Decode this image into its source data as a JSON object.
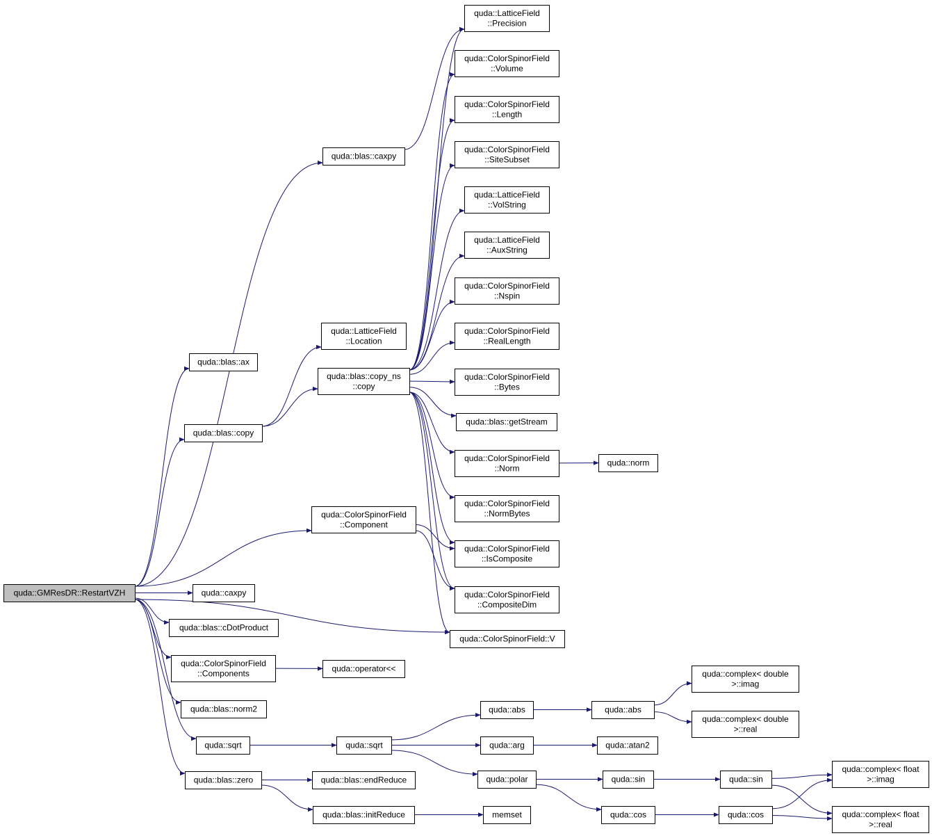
{
  "colors": {
    "edge": "#191970",
    "node_border": "#000000",
    "node_fill": "#ffffff",
    "root_fill": "#bfbfbf",
    "background": "#ffffff"
  },
  "nodes": [
    {
      "id": "root",
      "lines": [
        "quda::GMResDR::RestartVZH"
      ],
      "root": true
    },
    {
      "id": "lf_precision",
      "lines": [
        "quda::LatticeField",
        "::Precision"
      ]
    },
    {
      "id": "csf_volume",
      "lines": [
        "quda::ColorSpinorField",
        "::Volume"
      ]
    },
    {
      "id": "csf_length",
      "lines": [
        "quda::ColorSpinorField",
        "::Length"
      ]
    },
    {
      "id": "csf_sitesubset",
      "lines": [
        "quda::ColorSpinorField",
        "::SiteSubset"
      ]
    },
    {
      "id": "lf_volstring",
      "lines": [
        "quda::LatticeField",
        "::VolString"
      ]
    },
    {
      "id": "lf_auxstring",
      "lines": [
        "quda::LatticeField",
        "::AuxString"
      ]
    },
    {
      "id": "csf_nspin",
      "lines": [
        "quda::ColorSpinorField",
        "::Nspin"
      ]
    },
    {
      "id": "csf_reallength",
      "lines": [
        "quda::ColorSpinorField",
        "::RealLength"
      ]
    },
    {
      "id": "csf_bytes",
      "lines": [
        "quda::ColorSpinorField",
        "::Bytes"
      ]
    },
    {
      "id": "blas_getstream",
      "lines": [
        "quda::blas::getStream"
      ]
    },
    {
      "id": "csf_norm",
      "lines": [
        "quda::ColorSpinorField",
        "::Norm"
      ]
    },
    {
      "id": "quda_norm",
      "lines": [
        "quda::norm"
      ]
    },
    {
      "id": "csf_normbytes",
      "lines": [
        "quda::ColorSpinorField",
        "::NormBytes"
      ]
    },
    {
      "id": "csf_iscomposite",
      "lines": [
        "quda::ColorSpinorField",
        "::IsComposite"
      ]
    },
    {
      "id": "csf_compositedim",
      "lines": [
        "quda::ColorSpinorField",
        "::CompositeDim"
      ]
    },
    {
      "id": "csf_v",
      "lines": [
        "quda::ColorSpinorField::V"
      ]
    },
    {
      "id": "blas_caxpy",
      "lines": [
        "quda::blas::caxpy"
      ]
    },
    {
      "id": "lf_location",
      "lines": [
        "quda::LatticeField",
        "::Location"
      ]
    },
    {
      "id": "blas_ax",
      "lines": [
        "quda::blas::ax"
      ]
    },
    {
      "id": "copy_ns_copy",
      "lines": [
        "quda::blas::copy_ns",
        "::copy"
      ]
    },
    {
      "id": "blas_copy",
      "lines": [
        "quda::blas::copy"
      ]
    },
    {
      "id": "csf_component",
      "lines": [
        "quda::ColorSpinorField",
        "::Component"
      ]
    },
    {
      "id": "quda_caxpy",
      "lines": [
        "quda::caxpy"
      ]
    },
    {
      "id": "blas_cdot",
      "lines": [
        "quda::blas::cDotProduct"
      ]
    },
    {
      "id": "csf_components",
      "lines": [
        "quda::ColorSpinorField",
        "::Components"
      ]
    },
    {
      "id": "operator_ll",
      "lines": [
        "quda::operator<<"
      ]
    },
    {
      "id": "blas_norm2",
      "lines": [
        "quda::blas::norm2"
      ]
    },
    {
      "id": "sqrt1",
      "lines": [
        "quda::sqrt"
      ]
    },
    {
      "id": "sqrt2",
      "lines": [
        "quda::sqrt"
      ]
    },
    {
      "id": "blas_zero",
      "lines": [
        "quda::blas::zero"
      ]
    },
    {
      "id": "blas_endreduce",
      "lines": [
        "quda::blas::endReduce"
      ]
    },
    {
      "id": "blas_initreduce",
      "lines": [
        "quda::blas::initReduce"
      ]
    },
    {
      "id": "memset",
      "lines": [
        "memset"
      ]
    },
    {
      "id": "abs1",
      "lines": [
        "quda::abs"
      ]
    },
    {
      "id": "abs2",
      "lines": [
        "quda::abs"
      ]
    },
    {
      "id": "cd_imag",
      "lines": [
        "quda::complex< double",
        ">::imag"
      ]
    },
    {
      "id": "cd_real",
      "lines": [
        "quda::complex< double",
        ">::real"
      ]
    },
    {
      "id": "arg",
      "lines": [
        "quda::arg"
      ]
    },
    {
      "id": "atan2",
      "lines": [
        "quda::atan2"
      ]
    },
    {
      "id": "polar",
      "lines": [
        "quda::polar"
      ]
    },
    {
      "id": "sin1",
      "lines": [
        "quda::sin"
      ]
    },
    {
      "id": "sin2",
      "lines": [
        "quda::sin"
      ]
    },
    {
      "id": "cos1",
      "lines": [
        "quda::cos"
      ]
    },
    {
      "id": "cos2",
      "lines": [
        "quda::cos"
      ]
    },
    {
      "id": "cf_imag",
      "lines": [
        "quda::complex< float",
        ">::imag"
      ]
    },
    {
      "id": "cf_real",
      "lines": [
        "quda::complex< float",
        ">::real"
      ]
    }
  ],
  "edges": [
    [
      "root",
      "blas_ax"
    ],
    [
      "root",
      "blas_caxpy"
    ],
    [
      "root",
      "blas_copy"
    ],
    [
      "root",
      "csf_component"
    ],
    [
      "root",
      "csf_v"
    ],
    [
      "root",
      "quda_caxpy"
    ],
    [
      "root",
      "blas_cdot"
    ],
    [
      "root",
      "csf_components"
    ],
    [
      "root",
      "blas_norm2"
    ],
    [
      "root",
      "sqrt1"
    ],
    [
      "root",
      "blas_zero"
    ],
    [
      "blas_caxpy",
      "lf_precision"
    ],
    [
      "blas_copy",
      "lf_location"
    ],
    [
      "blas_copy",
      "copy_ns_copy"
    ],
    [
      "copy_ns_copy",
      "lf_precision"
    ],
    [
      "copy_ns_copy",
      "csf_volume"
    ],
    [
      "copy_ns_copy",
      "csf_length"
    ],
    [
      "copy_ns_copy",
      "csf_sitesubset"
    ],
    [
      "copy_ns_copy",
      "lf_volstring"
    ],
    [
      "copy_ns_copy",
      "lf_auxstring"
    ],
    [
      "copy_ns_copy",
      "csf_nspin"
    ],
    [
      "copy_ns_copy",
      "csf_reallength"
    ],
    [
      "copy_ns_copy",
      "csf_bytes"
    ],
    [
      "copy_ns_copy",
      "blas_getstream"
    ],
    [
      "copy_ns_copy",
      "csf_norm"
    ],
    [
      "copy_ns_copy",
      "csf_normbytes"
    ],
    [
      "copy_ns_copy",
      "csf_iscomposite"
    ],
    [
      "copy_ns_copy",
      "csf_compositedim"
    ],
    [
      "copy_ns_copy",
      "csf_v"
    ],
    [
      "csf_norm",
      "quda_norm"
    ],
    [
      "csf_component",
      "csf_iscomposite"
    ],
    [
      "csf_component",
      "csf_compositedim"
    ],
    [
      "csf_components",
      "operator_ll"
    ],
    [
      "sqrt1",
      "sqrt2"
    ],
    [
      "sqrt2",
      "abs1"
    ],
    [
      "sqrt2",
      "arg"
    ],
    [
      "sqrt2",
      "polar"
    ],
    [
      "abs1",
      "abs2"
    ],
    [
      "abs2",
      "cd_imag"
    ],
    [
      "abs2",
      "cd_real"
    ],
    [
      "arg",
      "atan2"
    ],
    [
      "polar",
      "sin1"
    ],
    [
      "polar",
      "cos1"
    ],
    [
      "sin1",
      "sin2"
    ],
    [
      "cos1",
      "cos2"
    ],
    [
      "sin2",
      "cf_imag"
    ],
    [
      "sin2",
      "cf_real"
    ],
    [
      "cos2",
      "cf_imag"
    ],
    [
      "cos2",
      "cf_real"
    ],
    [
      "blas_zero",
      "blas_endreduce"
    ],
    [
      "blas_zero",
      "blas_initreduce"
    ],
    [
      "blas_initreduce",
      "memset"
    ]
  ]
}
